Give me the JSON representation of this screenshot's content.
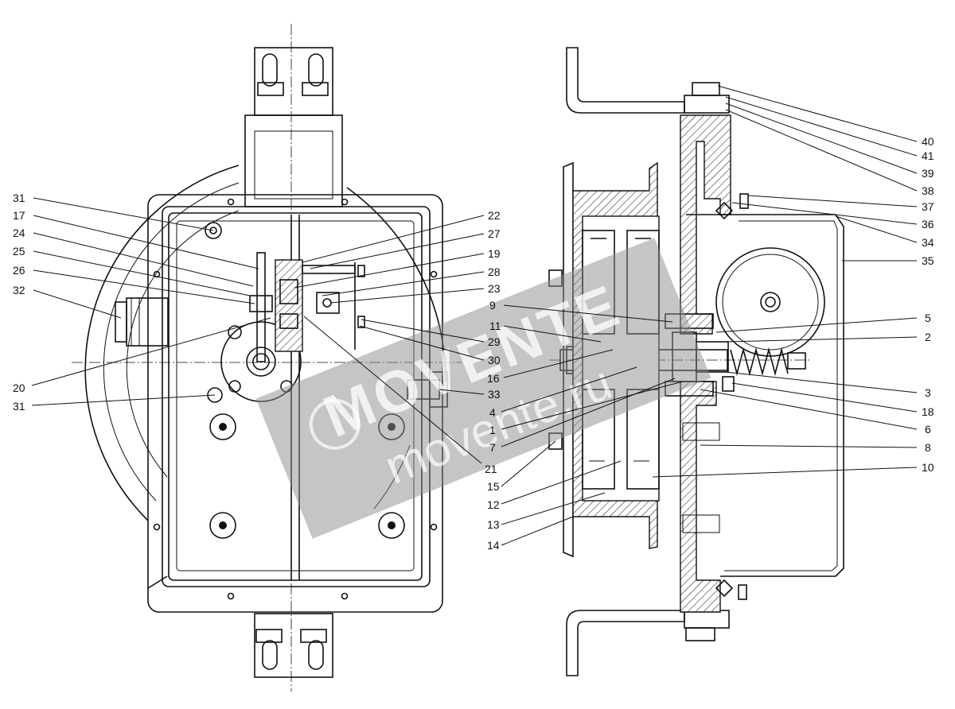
{
  "watermark": {
    "brand": "MOVENTE",
    "url": "movente.ru"
  },
  "callouts": {
    "left": [
      {
        "id": "31a",
        "label": "31"
      },
      {
        "id": "17",
        "label": "17"
      },
      {
        "id": "24",
        "label": "24"
      },
      {
        "id": "25",
        "label": "25"
      },
      {
        "id": "26",
        "label": "26"
      },
      {
        "id": "32",
        "label": "32"
      },
      {
        "id": "20",
        "label": "20"
      },
      {
        "id": "31b",
        "label": "31"
      },
      {
        "id": "22",
        "label": "22"
      },
      {
        "id": "27",
        "label": "27"
      },
      {
        "id": "19",
        "label": "19"
      },
      {
        "id": "28",
        "label": "28"
      },
      {
        "id": "23",
        "label": "23"
      },
      {
        "id": "29",
        "label": "29"
      },
      {
        "id": "30",
        "label": "30"
      },
      {
        "id": "33",
        "label": "33"
      },
      {
        "id": "21",
        "label": "21"
      }
    ],
    "right": [
      {
        "id": "9",
        "label": "9"
      },
      {
        "id": "11",
        "label": "11"
      },
      {
        "id": "16",
        "label": "16"
      },
      {
        "id": "4",
        "label": "4"
      },
      {
        "id": "1",
        "label": "1"
      },
      {
        "id": "7",
        "label": "7"
      },
      {
        "id": "15",
        "label": "15"
      },
      {
        "id": "12",
        "label": "12"
      },
      {
        "id": "13",
        "label": "13"
      },
      {
        "id": "14",
        "label": "14"
      },
      {
        "id": "40",
        "label": "40"
      },
      {
        "id": "41",
        "label": "41"
      },
      {
        "id": "39",
        "label": "39"
      },
      {
        "id": "38",
        "label": "38"
      },
      {
        "id": "37",
        "label": "37"
      },
      {
        "id": "36",
        "label": "36"
      },
      {
        "id": "34",
        "label": "34"
      },
      {
        "id": "35",
        "label": "35"
      },
      {
        "id": "5",
        "label": "5"
      },
      {
        "id": "2",
        "label": "2"
      },
      {
        "id": "3",
        "label": "3"
      },
      {
        "id": "18",
        "label": "18"
      },
      {
        "id": "6",
        "label": "6"
      },
      {
        "id": "8",
        "label": "8"
      },
      {
        "id": "10",
        "label": "10"
      }
    ]
  }
}
